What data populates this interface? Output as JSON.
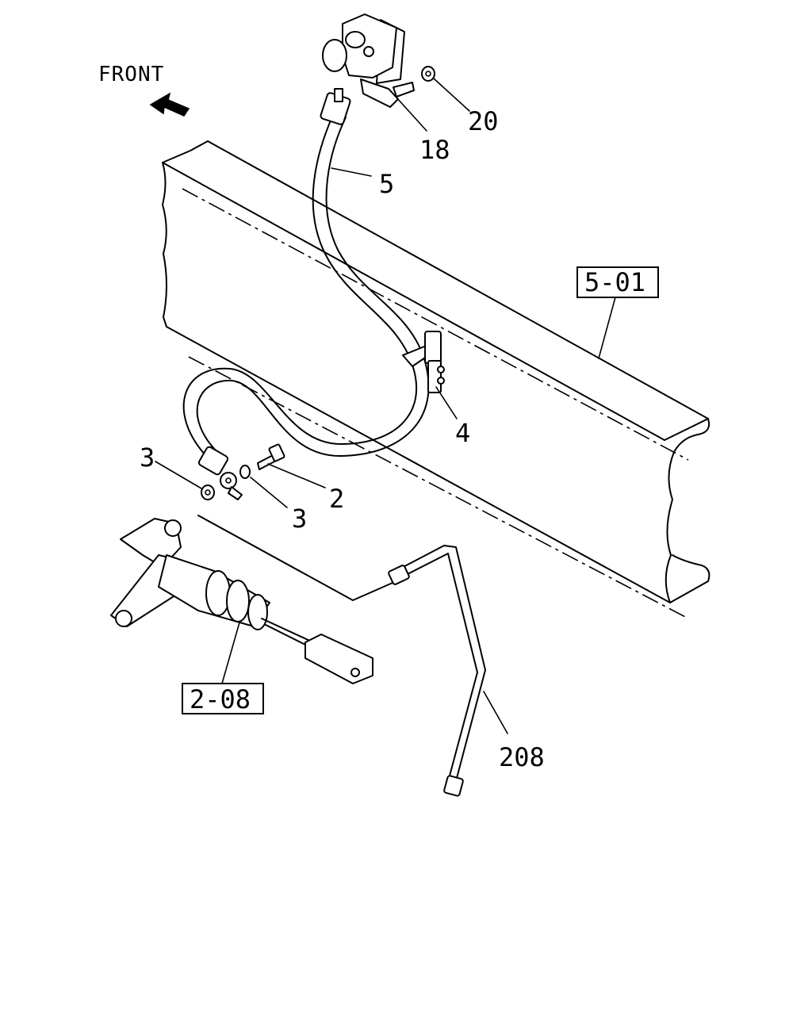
{
  "orientation": {
    "label": "FRONT",
    "arrow_icon": "arrow-left-icon"
  },
  "callouts": {
    "p20": "20",
    "p18": "18",
    "p5": "5",
    "p501": "5-01",
    "p4": "4",
    "p3a": "3",
    "p2": "2",
    "p3b": "3",
    "p208": "208",
    "p208ref": "2-08"
  }
}
